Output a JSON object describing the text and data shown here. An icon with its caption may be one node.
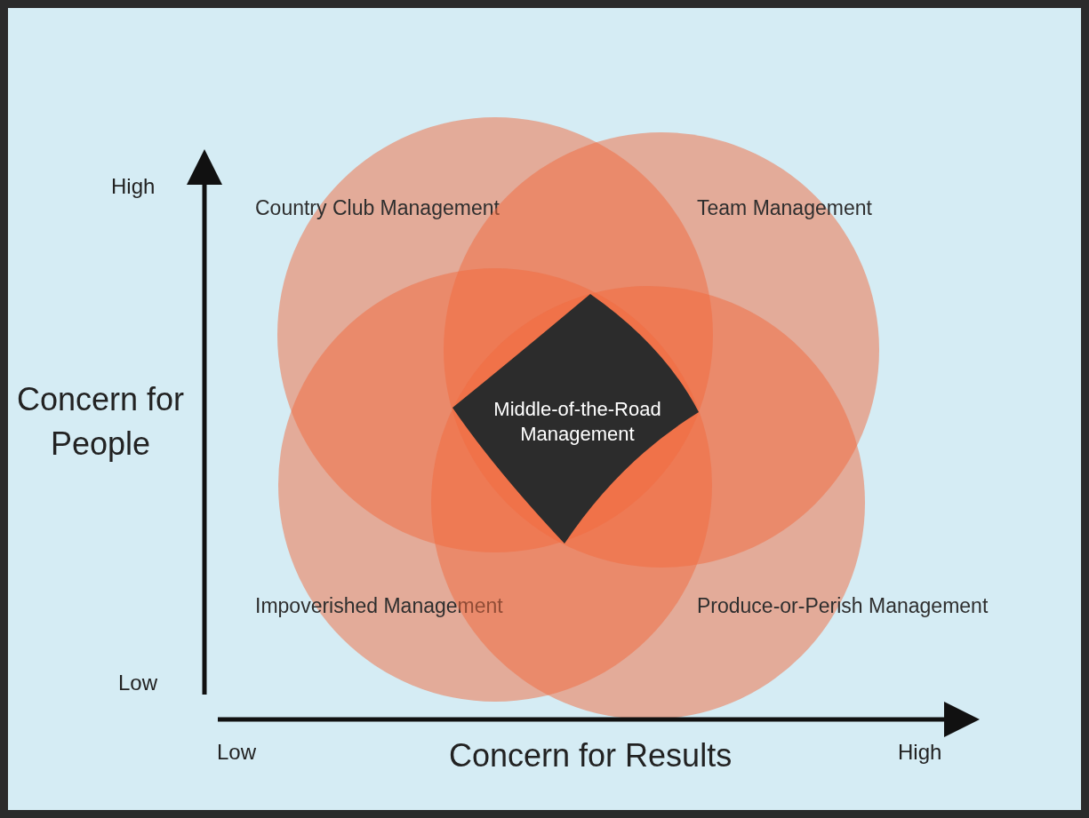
{
  "diagram": {
    "nodes": [
      {
        "text": [
          "Country Club Management"
        ]
      },
      {
        "text": [
          "Team Management"
        ]
      },
      {
        "text": [
          "Impoverished Management"
        ]
      },
      {
        "text": [
          "Produce-or-Perish Management"
        ]
      },
      {
        "text": [
          "Middle-of-the-Road Management"
        ]
      }
    ],
    "edges": [],
    "labels": [
      "High",
      "Concern for People",
      "Low",
      "Low",
      "Concern for Results",
      "High"
    ]
  }
}
